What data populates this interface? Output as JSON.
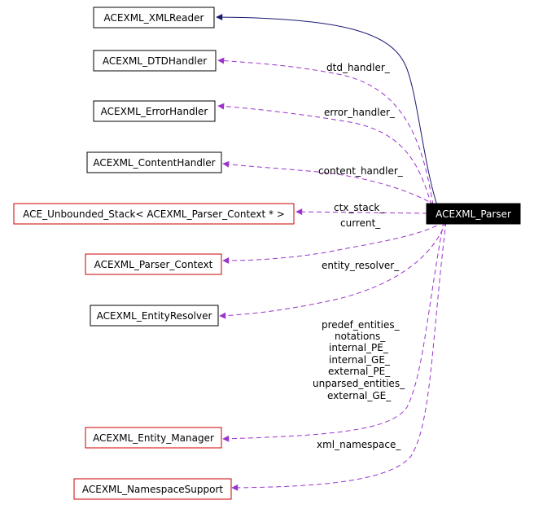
{
  "colors": {
    "black_border": "#000000",
    "red_border": "#cc0000",
    "main_fill": "#000000",
    "main_text": "#ffffff",
    "inherit_edge": "#191970",
    "usage_edge": "#9a32cd"
  },
  "main_node": {
    "label": "ACEXML_Parser"
  },
  "nodes": [
    {
      "id": "xmlreader",
      "label": "ACEXML_XMLReader",
      "border": "black"
    },
    {
      "id": "dtdhandler",
      "label": "ACEXML_DTDHandler",
      "border": "black"
    },
    {
      "id": "errorhandler",
      "label": "ACEXML_ErrorHandler",
      "border": "black"
    },
    {
      "id": "contenthandler",
      "label": "ACEXML_ContentHandler",
      "border": "black"
    },
    {
      "id": "stack",
      "label": "ACE_Unbounded_Stack< ACEXML_Parser_Context * >",
      "border": "red"
    },
    {
      "id": "context",
      "label": "ACEXML_Parser_Context",
      "border": "red"
    },
    {
      "id": "entityresolver",
      "label": "ACEXML_EntityResolver",
      "border": "black"
    },
    {
      "id": "entitymanager",
      "label": "ACEXML_Entity_Manager",
      "border": "red"
    },
    {
      "id": "nssupport",
      "label": "ACEXML_NamespaceSupport",
      "border": "red"
    }
  ],
  "edge_labels": {
    "dtd": "dtd_handler_",
    "error": "error_handler_",
    "content": "content_handler_",
    "ctx_stack": "ctx_stack_",
    "current": "current_",
    "entity_resolver": "entity_resolver_",
    "entity_manager": [
      "predef_entities_",
      "notations_",
      "internal_PE_",
      "internal_GE_",
      "external_PE_",
      "unparsed_entities_",
      "external_GE_"
    ],
    "xml_namespace": "xml_namespace_"
  }
}
